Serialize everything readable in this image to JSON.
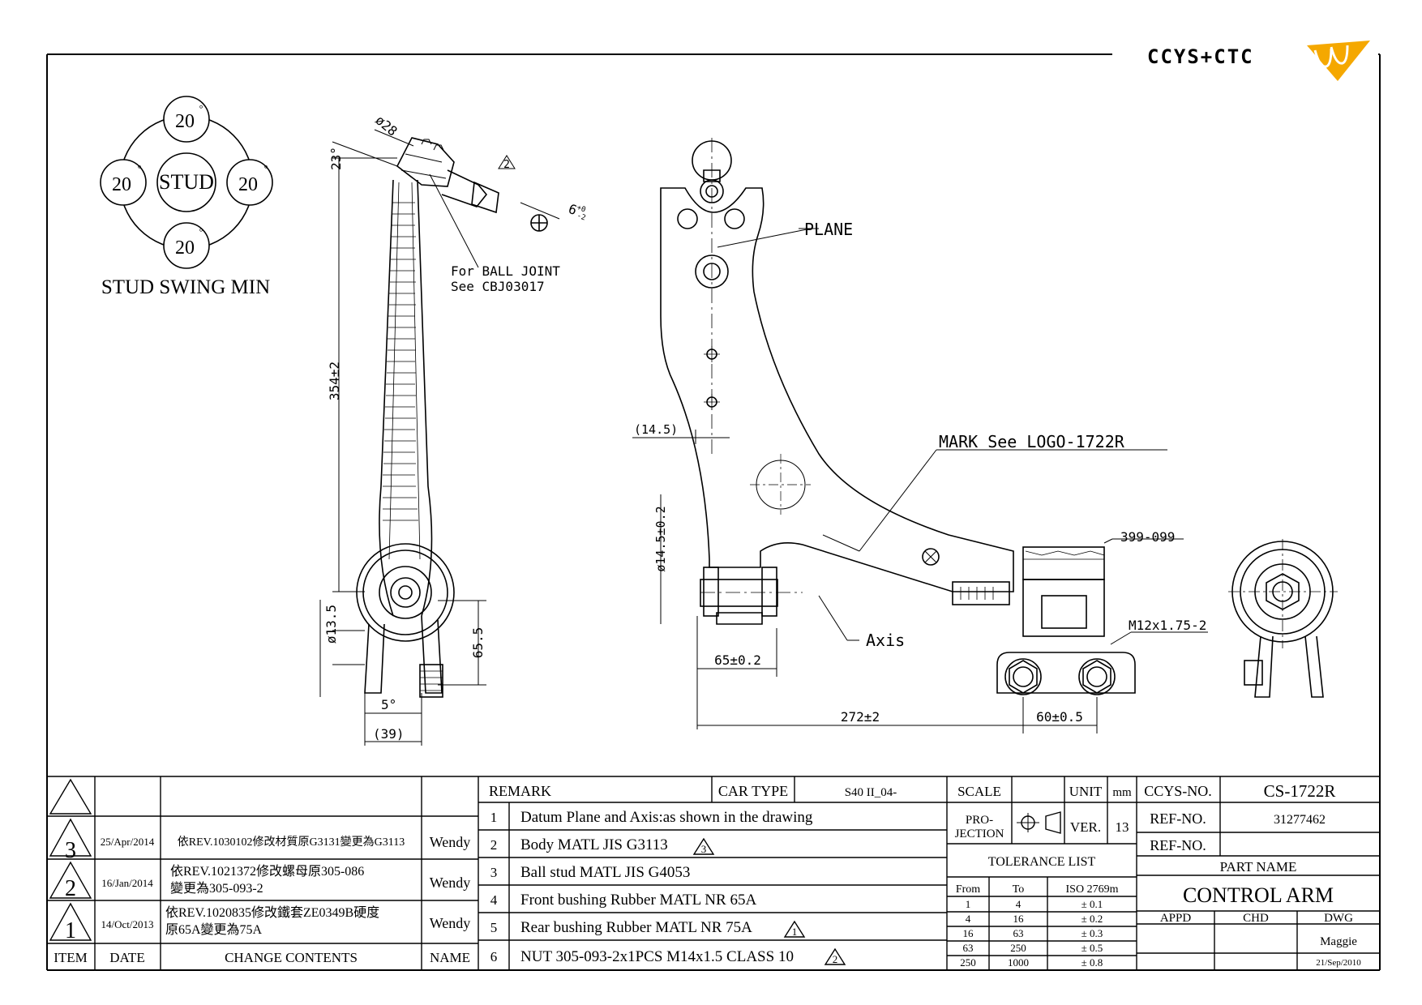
{
  "logo": {
    "text": "CCYS+CTC"
  },
  "stud_swing": {
    "top": "20",
    "left": "20",
    "right": "20",
    "bottom": "20",
    "deg": "°",
    "center": "STUD",
    "caption": "STUD SWING MIN"
  },
  "side_view": {
    "dia_ball": "ø28",
    "angle": "23°",
    "rev_tag": "2",
    "tol_callout": "6",
    "tol_sup": "+0",
    "tol_sub": "-2",
    "ball_joint_1": "For BALL JOINT",
    "ball_joint_2": "See CBJ03017",
    "length": "354±2",
    "dia_bush": "ø13.5",
    "height": "65.5",
    "angle2": "5°",
    "width": "(39)"
  },
  "plan_view": {
    "plane": "PLANE",
    "mark": "MARK See LOGO-1722R",
    "offset": "(14.5)",
    "dia_hole": "ø14.5±0.2",
    "part_no": "399-099",
    "thread": "M12x1.75-2",
    "axis": "Axis",
    "bush_w": "65±0.2",
    "length": "272±2",
    "bolt_pitch": "60±0.5"
  },
  "revisions": {
    "header": {
      "item": "ITEM",
      "date": "DATE",
      "contents": "CHANGE CONTENTS",
      "name": "NAME"
    },
    "rows": [
      {
        "item": "3",
        "date": "25/Apr/2014",
        "contents": "依REV.1030102修改材質原G3131變更為G3113",
        "contents2": "",
        "name": "Wendy"
      },
      {
        "item": "2",
        "date": "16/Jan/2014",
        "contents": "依REV.1021372修改螺母原305-086",
        "contents2": "變更為305-093-2",
        "name": "Wendy"
      },
      {
        "item": "1",
        "date": "14/Oct/2013",
        "contents": "依REV.1020835修改鐵套ZE0349B硬度",
        "contents2": "原65A變更為75A",
        "name": "Wendy"
      }
    ]
  },
  "remark": {
    "title": "REMARK",
    "car_type_label": "CAR TYPE",
    "car_type": "S40 II_04-",
    "items": [
      {
        "no": "1",
        "text": "Datum Plane and Axis:as shown in the drawing",
        "rev": ""
      },
      {
        "no": "2",
        "text": "Body MATL JIS G3113",
        "rev": "3"
      },
      {
        "no": "3",
        "text": "Ball stud MATL JIS G4053",
        "rev": ""
      },
      {
        "no": "4",
        "text": "Front bushing Rubber MATL NR 65A",
        "rev": ""
      },
      {
        "no": "5",
        "text": "Rear bushing Rubber MATL NR 75A",
        "rev": "1"
      },
      {
        "no": "6",
        "text": "NUT 305-093-2x1PCS M14x1.5 CLASS 10",
        "rev": "2"
      }
    ]
  },
  "info": {
    "scale_label": "SCALE",
    "unit_label": "UNIT",
    "unit": "mm",
    "projection_1": "PRO-",
    "projection_2": "JECTION",
    "ver_label": "VER.",
    "ver": "13",
    "tolerance_title": "TOLERANCE LIST",
    "tol_header": {
      "from": "From",
      "to": "To",
      "iso": "ISO 2769m"
    },
    "tolerances": [
      {
        "from": "1",
        "to": "4",
        "tol": "± 0.1"
      },
      {
        "from": "4",
        "to": "16",
        "tol": "± 0.2"
      },
      {
        "from": "16",
        "to": "63",
        "tol": "± 0.3"
      },
      {
        "from": "63",
        "to": "250",
        "tol": "± 0.5"
      },
      {
        "from": "250",
        "to": "1000",
        "tol": "± 0.8"
      }
    ]
  },
  "title_block": {
    "ccys_no_label": "CCYS-NO.",
    "ccys_no": "CS-1722R",
    "ref_no_label": "REF-NO.",
    "ref_no": "31277462",
    "ref_no2_label": "REF-NO.",
    "ref_no2": "",
    "part_name_label": "PART NAME",
    "part_name": "CONTROL ARM",
    "appd": "APPD",
    "chd": "CHD",
    "dwg": "DWG",
    "drawn_by": "Maggie",
    "drawn_date": "21/Sep/2010"
  }
}
